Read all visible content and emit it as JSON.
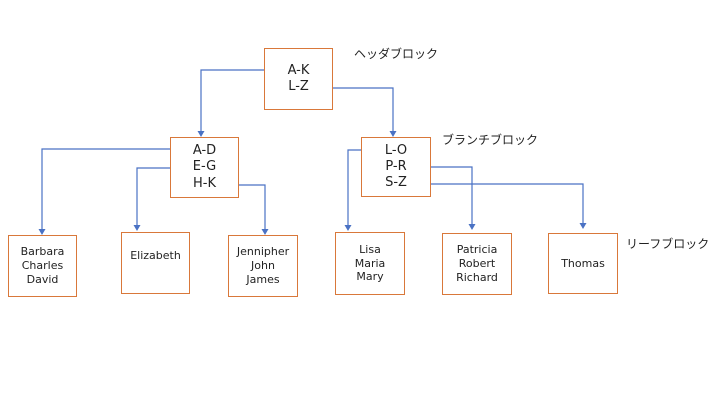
{
  "labels": {
    "header": "ヘッダブロック",
    "branch": "ブランチブロック",
    "leaf": "リーフブロック"
  },
  "root": {
    "lines": [
      "A-K",
      "L-Z"
    ]
  },
  "branches": [
    {
      "lines": [
        "A-D",
        "E-G",
        "H-K"
      ]
    },
    {
      "lines": [
        "L-O",
        "P-R",
        "S-Z"
      ]
    }
  ],
  "leaves": [
    {
      "lines": [
        "Barbara",
        "Charles",
        "David"
      ]
    },
    {
      "lines": [
        "Elizabeth"
      ]
    },
    {
      "lines": [
        "Jennipher",
        "John",
        "James"
      ]
    },
    {
      "lines": [
        "Lisa",
        "Maria",
        "Mary"
      ]
    },
    {
      "lines": [
        "Patricia",
        "Robert",
        "Richard"
      ]
    },
    {
      "lines": [
        "Thomas"
      ]
    }
  ],
  "colors": {
    "box_border": "#d9783a",
    "connector": "#4a72c4"
  }
}
